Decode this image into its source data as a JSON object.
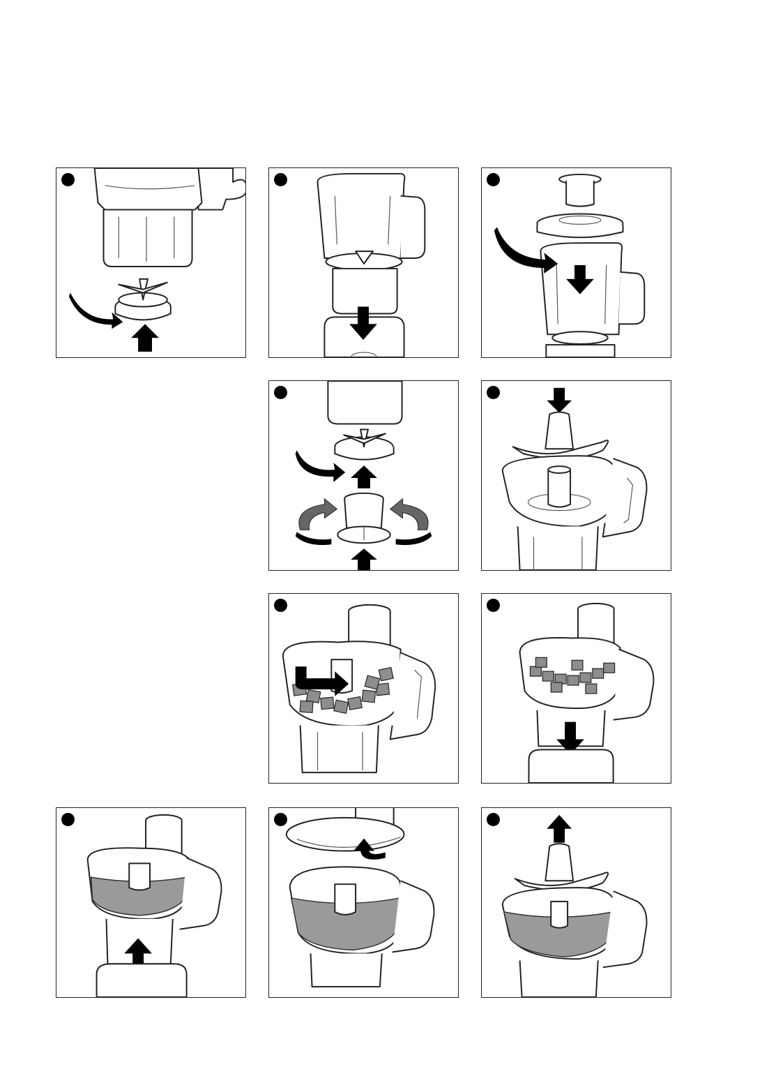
{
  "page": {
    "background": "#ffffff",
    "border_color": "#222222",
    "badge_color": "#000000"
  },
  "panels": [
    {
      "id": "p1",
      "step_badge": "",
      "icon": "blender-blade-assembly-icon"
    },
    {
      "id": "p2",
      "step_badge": "",
      "icon": "jar-on-base-icon"
    },
    {
      "id": "p3",
      "step_badge": "",
      "icon": "jar-lid-attach-icon"
    },
    {
      "id": "p4",
      "step_badge": "",
      "icon": "chopper-adapter-icon"
    },
    {
      "id": "p5",
      "step_badge": "",
      "icon": "bowl-blade-insert-icon"
    },
    {
      "id": "p6",
      "step_badge": "",
      "icon": "bowl-lid-lock-icon"
    },
    {
      "id": "p7",
      "step_badge": "",
      "icon": "bowl-on-base-icon"
    },
    {
      "id": "p8",
      "step_badge": "",
      "icon": "processor-assembled-icon"
    },
    {
      "id": "p9",
      "step_badge": "",
      "icon": "bowl-lid-remove-icon"
    },
    {
      "id": "p10",
      "step_badge": "",
      "icon": "blade-remove-icon"
    }
  ]
}
